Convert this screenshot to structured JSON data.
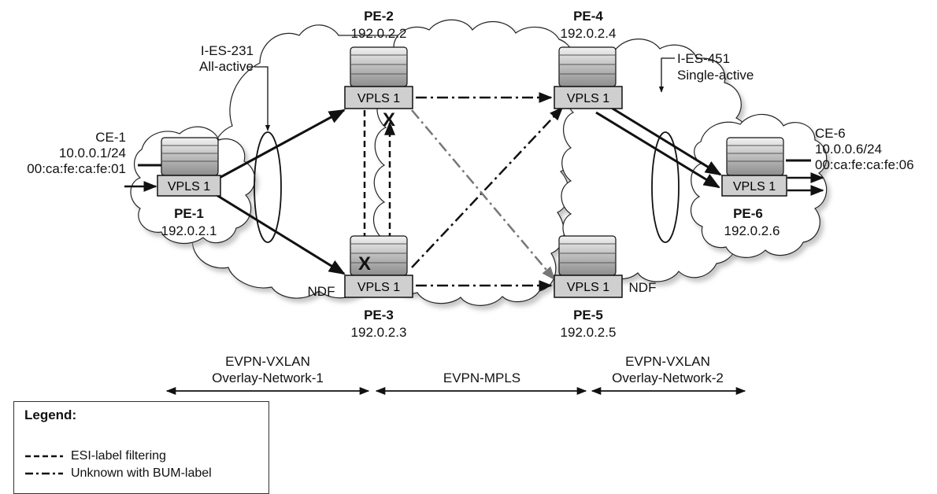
{
  "nodes": {
    "pe1": {
      "name": "PE-1",
      "ip": "192.0.2.1",
      "service": "VPLS 1"
    },
    "pe2": {
      "name": "PE-2",
      "ip": "192.0.2.2",
      "service": "VPLS 1"
    },
    "pe3": {
      "name": "PE-3",
      "ip": "192.0.2.3",
      "service": "VPLS 1",
      "role": "NDF"
    },
    "pe4": {
      "name": "PE-4",
      "ip": "192.0.2.4",
      "service": "VPLS 1"
    },
    "pe5": {
      "name": "PE-5",
      "ip": "192.0.2.5",
      "service": "VPLS 1",
      "role": "NDF"
    },
    "pe6": {
      "name": "PE-6",
      "ip": "192.0.2.6",
      "service": "VPLS 1"
    }
  },
  "ces": {
    "ce1": {
      "name": "CE-1",
      "ip": "10.0.0.1/24",
      "mac": "00:ca:fe:ca:fe:01"
    },
    "ce6": {
      "name": "CE-6",
      "ip": "10.0.0.6/24",
      "mac": "00:ca:fe:ca:fe:06"
    }
  },
  "ethernet_segments": {
    "es231": {
      "name": "I-ES-231",
      "mode": "All-active"
    },
    "es451": {
      "name": "I-ES-451",
      "mode": "Single-active"
    }
  },
  "blocked_marker": "X",
  "domains": [
    {
      "line1": "EVPN-VXLAN",
      "line2": "Overlay-Network-1"
    },
    {
      "line1": "",
      "line2": "EVPN-MPLS"
    },
    {
      "line1": "EVPN-VXLAN",
      "line2": "Overlay-Network-2"
    }
  ],
  "legend": {
    "title": "Legend:",
    "items": [
      {
        "label": "ESI-label filtering",
        "style": "dashed"
      },
      {
        "label": "Unknown with BUM-label",
        "style": "dash-dot"
      }
    ]
  }
}
